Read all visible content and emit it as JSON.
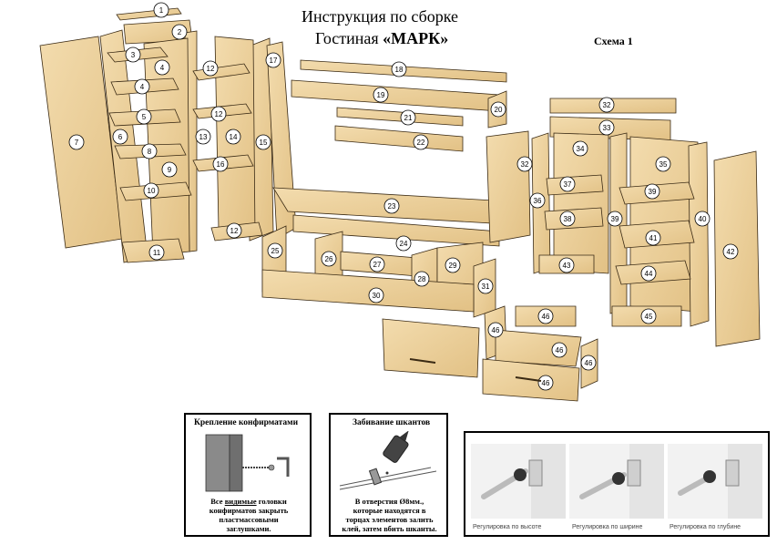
{
  "title": {
    "line1": "Инструкция по сборке",
    "line2_prefix": "Гостиная ",
    "line2_name": "«МАРК»",
    "scheme": "Схема 1"
  },
  "parts": [
    "1",
    "2",
    "3",
    "4",
    "4",
    "5",
    "6",
    "7",
    "8",
    "9",
    "10",
    "11",
    "12",
    "12",
    "12",
    "13",
    "14",
    "15",
    "16",
    "17",
    "18",
    "19",
    "20",
    "21",
    "22",
    "23",
    "24",
    "25",
    "26",
    "27",
    "28",
    "29",
    "30",
    "31",
    "32",
    "32",
    "33",
    "34",
    "35",
    "36",
    "37",
    "38",
    "39",
    "39",
    "40",
    "41",
    "42",
    "43",
    "44",
    "45",
    "46",
    "46",
    "46",
    "46",
    "46"
  ],
  "box_confirmats": {
    "title": "Крепление конфирматами",
    "text": [
      "Все видимые головки",
      "конфирматов закрыть",
      "пластмассовыми",
      "заглушками."
    ],
    "underlined_word": "видимые"
  },
  "box_dowels": {
    "title": "Забивание шкантов",
    "text": [
      "В отверстия Ø8мм.,",
      "которые находятся в",
      "торцах элементов залить",
      "клей, затем вбить шканты."
    ]
  },
  "hinge_adjustments": {
    "captions": [
      "Регулировка по высоте",
      "Регулировка по ширине",
      "Регулировка по глубине"
    ]
  },
  "colors": {
    "panel": "#eccf9a",
    "panel_dark": "#d7b37a",
    "panel_light": "#f5e1b8",
    "outline": "#3a2a14",
    "label_bg": "#ffffff"
  }
}
